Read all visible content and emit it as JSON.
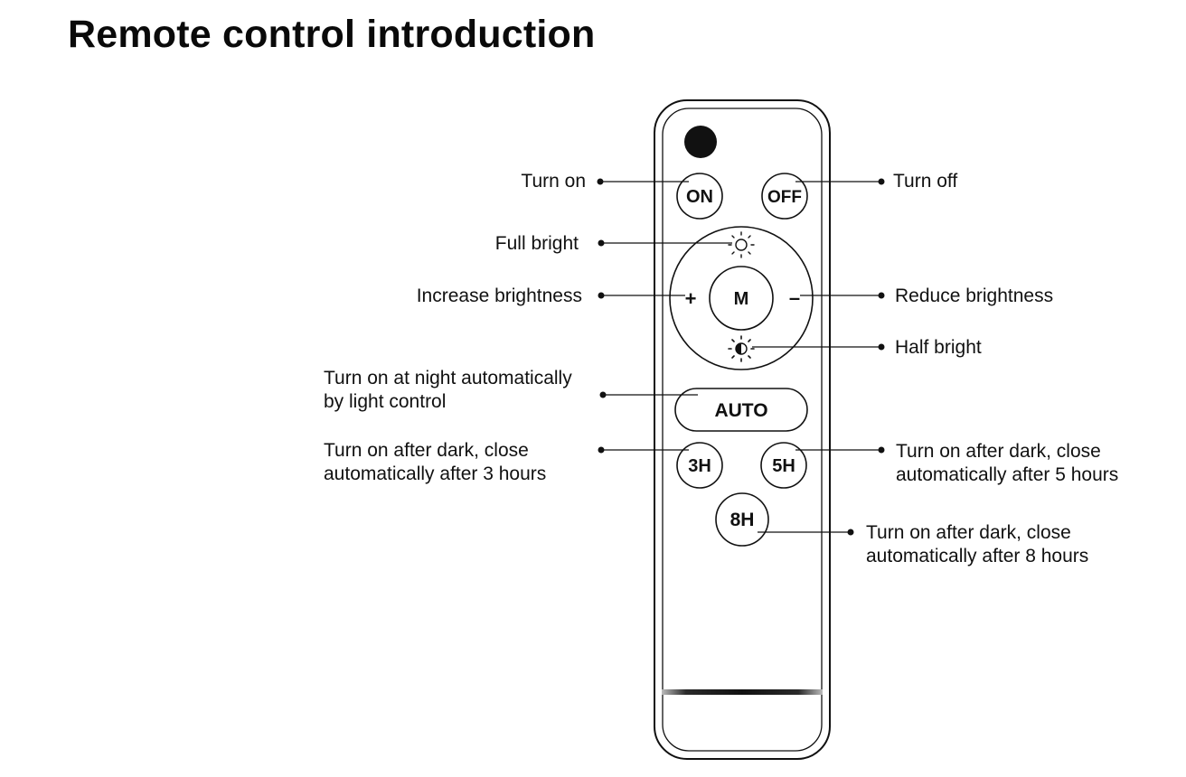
{
  "title": "Remote control introduction",
  "buttons": {
    "on": "ON",
    "off": "OFF",
    "mode": "M",
    "plus": "+",
    "minus": "–",
    "auto": "AUTO",
    "h3": "3H",
    "h5": "5H",
    "h8": "8H"
  },
  "labels": {
    "turn_on": "Turn on",
    "turn_off": "Turn off",
    "full_bright": "Full bright",
    "increase": "Increase brightness",
    "reduce": "Reduce brightness",
    "half_bright": "Half bright",
    "auto_line1": "Turn on at night automatically",
    "auto_line2": "by light control",
    "h3_line1": "Turn on after dark, close",
    "h3_line2": "automatically after 3 hours",
    "h5_line1": "Turn on after dark, close",
    "h5_line2": "automatically after 5 hours",
    "h8_line1": "Turn on after dark, close",
    "h8_line2": "automatically after 8 hours"
  },
  "icons": {
    "full_bright": "sun-outline-icon",
    "half_bright": "sun-half-icon",
    "ir_sensor": "ir-sensor-dot"
  },
  "colors": {
    "ink": "#111111",
    "background": "#ffffff"
  }
}
